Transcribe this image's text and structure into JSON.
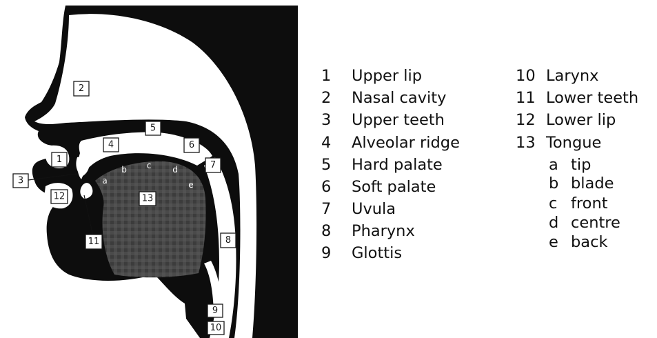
{
  "diagram": {
    "callouts": {
      "c1": "1",
      "c2": "2",
      "c3": "3",
      "c4": "4",
      "c5": "5",
      "c6": "6",
      "c7": "7",
      "c8": "8",
      "c9": "9",
      "c10": "10",
      "c11": "11",
      "c12": "12",
      "c13": "13"
    },
    "tongue_letters": {
      "a": "a",
      "b": "b",
      "c": "c",
      "d": "d",
      "e": "e"
    }
  },
  "legend": {
    "left": [
      {
        "num": "1",
        "label": "Upper lip"
      },
      {
        "num": "2",
        "label": "Nasal cavity"
      },
      {
        "num": "3",
        "label": "Upper teeth"
      },
      {
        "num": "4",
        "label": "Alveolar ridge"
      },
      {
        "num": "5",
        "label": "Hard palate"
      },
      {
        "num": "6",
        "label": "Soft palate"
      },
      {
        "num": "7",
        "label": "Uvula"
      },
      {
        "num": "8",
        "label": "Pharynx"
      },
      {
        "num": "9",
        "label": "Glottis"
      }
    ],
    "right": [
      {
        "num": "10",
        "label": "Larynx"
      },
      {
        "num": "11",
        "label": "Lower teeth"
      },
      {
        "num": "12",
        "label": "Lower lip"
      },
      {
        "num": "13",
        "label": "Tongue"
      }
    ],
    "tongue_parts": [
      {
        "letter": "a",
        "label": "tip"
      },
      {
        "letter": "b",
        "label": "blade"
      },
      {
        "letter": "c",
        "label": "front"
      },
      {
        "letter": "d",
        "label": "centre"
      },
      {
        "letter": "e",
        "label": "back"
      }
    ]
  },
  "colors": {
    "ink": "#111111",
    "tissue": "#0d0d0d",
    "tongue": "#4a4a4a",
    "background": "#ffffff"
  }
}
